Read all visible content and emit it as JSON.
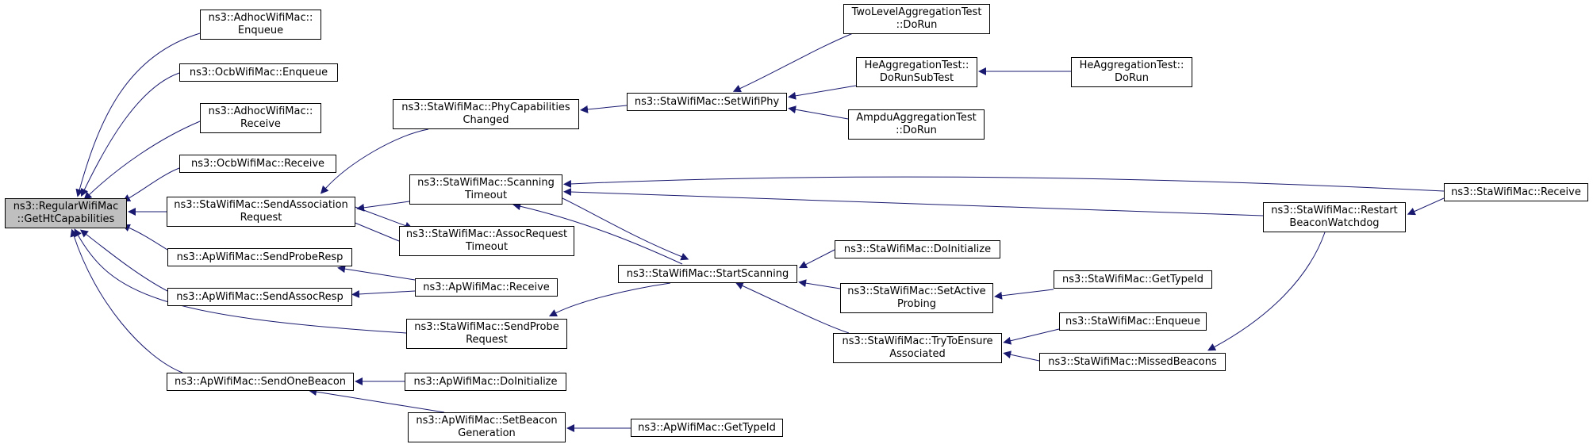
{
  "colors": {
    "edge": "#191970",
    "root_fill": "#bfbfbf",
    "node_fill": "#ffffff",
    "border": "#000000"
  },
  "nodes": {
    "n_root": "ns3::RegularWifiMac\n::GetHtCapabilities",
    "n_adhoc_enq": "ns3::AdhocWifiMac::\nEnqueue",
    "n_ocb_enq": "ns3::OcbWifiMac::Enqueue",
    "n_adhoc_rcv": "ns3::AdhocWifiMac::\nReceive",
    "n_ocb_rcv": "ns3::OcbWifiMac::Receive",
    "n_sta_sendassoc": "ns3::StaWifiMac::SendAssociation\nRequest",
    "n_ap_sendprobe": "ns3::ApWifiMac::SendProbeResp",
    "n_ap_sendassoc": "ns3::ApWifiMac::SendAssocResp",
    "n_ap_sendbeacon": "ns3::ApWifiMac::SendOneBeacon",
    "n_sta_phycap": "ns3::StaWifiMac::PhyCapabilities\nChanged",
    "n_sta_scantimeout": "ns3::StaWifiMac::Scanning\nTimeout",
    "n_sta_assoctimeout": "ns3::StaWifiMac::AssocRequest\nTimeout",
    "n_ap_receive": "ns3::ApWifiMac::Receive",
    "n_sta_sendprobe": "ns3::StaWifiMac::SendProbe\nRequest",
    "n_ap_doinit": "ns3::ApWifiMac::DoInitialize",
    "n_ap_setbeacon": "ns3::ApWifiMac::SetBeacon\nGeneration",
    "n_sta_setphy": "ns3::StaWifiMac::SetWifiPhy",
    "n_sta_startscan": "ns3::StaWifiMac::StartScanning",
    "n_ap_gettypeid": "ns3::ApWifiMac::GetTypeId",
    "n_twolevel": "TwoLevelAggregationTest\n::DoRun",
    "n_he_sub": "HeAggregationTest::\nDoRunSubTest",
    "n_ampdu": "AmpduAggregationTest\n::DoRun",
    "n_sta_doinit": "ns3::StaWifiMac::DoInitialize",
    "n_sta_setactive": "ns3::StaWifiMac::SetActive\nProbing",
    "n_sta_tryensure": "ns3::StaWifiMac::TryToEnsure\nAssociated",
    "n_he_run": "HeAggregationTest::\nDoRun",
    "n_sta_restart": "ns3::StaWifiMac::Restart\nBeaconWatchdog",
    "n_sta_gettypeid": "ns3::StaWifiMac::GetTypeId",
    "n_sta_enqueue": "ns3::StaWifiMac::Enqueue",
    "n_sta_missed": "ns3::StaWifiMac::MissedBeacons",
    "n_sta_receive": "ns3::StaWifiMac::Receive"
  }
}
